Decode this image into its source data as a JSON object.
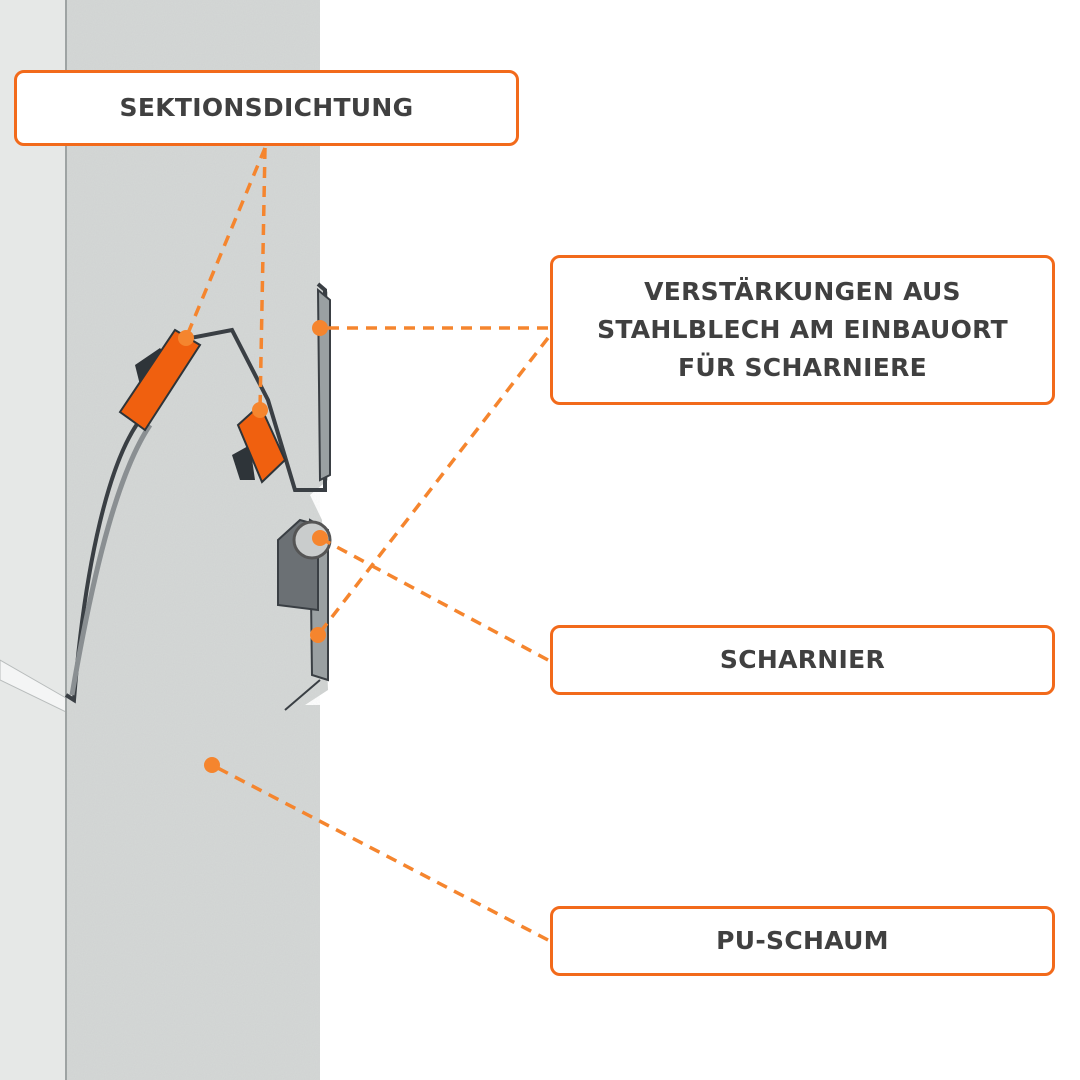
{
  "labels": {
    "section_seal": "SEKTIONSDICHTUNG",
    "reinforcement_line1": "VERSTÄRKUNGEN AUS",
    "reinforcement_line2": "STAHLBLECH AM EINBAUORT",
    "reinforcement_line3": "FÜR SCHARNIERE",
    "hinge": "SCHARNIER",
    "foam": "PU-SCHAUM"
  },
  "colors": {
    "accent": "#f26a1b",
    "foam": "#cfd2d1",
    "panel": "#e6e8e7",
    "steel": "#3a3f44"
  }
}
